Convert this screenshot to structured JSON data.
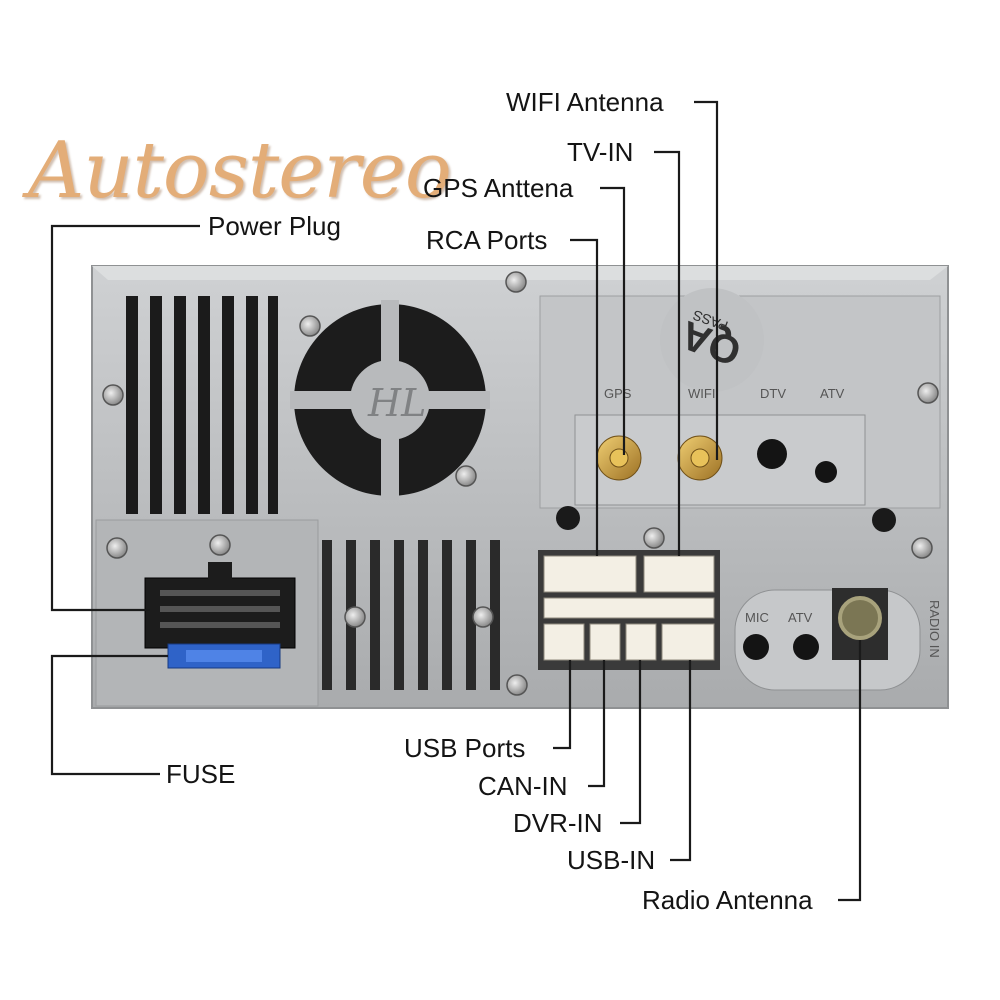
{
  "brand": {
    "logo_text": "Autostereo",
    "color": "#e3ad78"
  },
  "callouts": {
    "wifi_antenna": "WIFI Antenna",
    "tv_in": "TV-IN",
    "gps_antenna": "GPS Anttena",
    "rca_ports": "RCA Ports",
    "power_plug": "Power Plug",
    "fuse": "FUSE",
    "usb_ports": "USB Ports",
    "can_in": "CAN-IN",
    "dvr_in": "DVR-IN",
    "usb_in": "USB-IN",
    "radio_antenna": "Radio Antenna"
  },
  "panel_markings": {
    "gps": "GPS",
    "wifi": "WIFI",
    "dtv": "DTV",
    "atv_top": "ATV",
    "mic": "MIC",
    "atv_bottom": "ATV",
    "radio_in": "RADIO IN",
    "fan_logo": "HL",
    "qa_sticker": "QA",
    "qa_pass": "PASS"
  },
  "colors": {
    "chassis": "#b9bbbd",
    "fuse": "#2f63c8",
    "connector": "#f3efe4",
    "sma_gold": "#c99a3c"
  }
}
